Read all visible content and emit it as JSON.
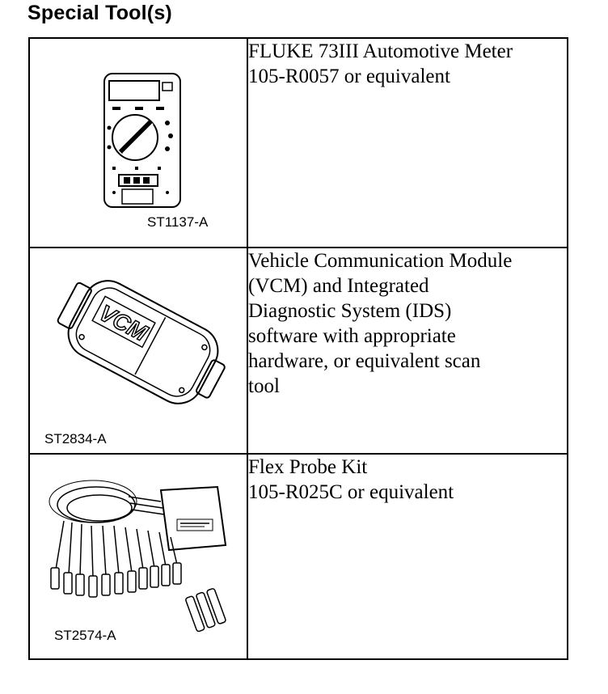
{
  "title": "Special Tool(s)",
  "tools": [
    {
      "code": "ST1137-A",
      "icon": "multimeter-icon",
      "description": [
        "FLUKE 73III Automotive Meter",
        "105-R0057 or equivalent"
      ]
    },
    {
      "code": "ST2834-A",
      "icon": "vcm-module-icon",
      "label_on_device": "VCM",
      "description": [
        "Vehicle Communication Module",
        "(VCM) and Integrated",
        "Diagnostic System (IDS)",
        "software with appropriate",
        "hardware, or equivalent scan",
        "tool"
      ]
    },
    {
      "code": "ST2574-A",
      "icon": "flex-probe-kit-icon",
      "description": [
        "Flex Probe Kit",
        "105-R025C or equivalent"
      ]
    }
  ]
}
